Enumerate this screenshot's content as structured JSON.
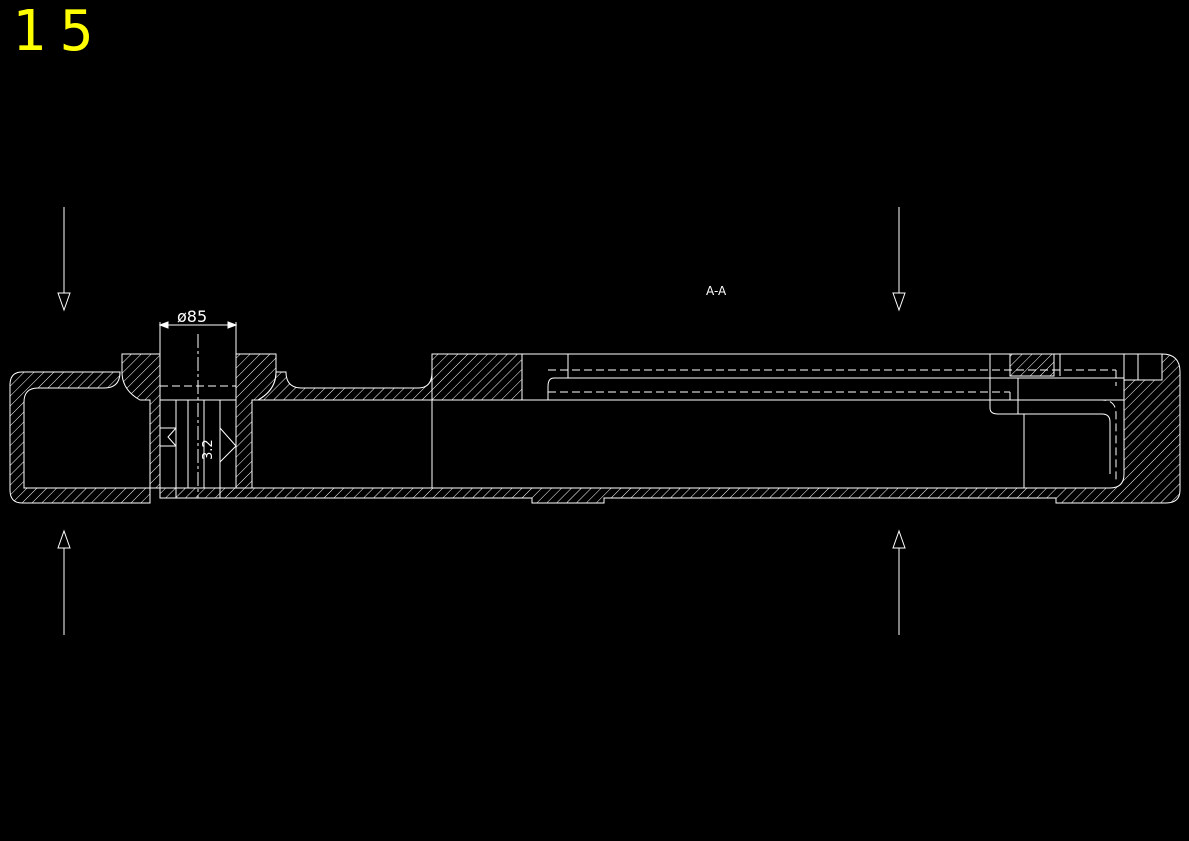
{
  "sheet": {
    "number": "15"
  },
  "section": {
    "label": "A-A"
  },
  "dimensions": {
    "diameter": "ø85",
    "surface_roughness": "3.2"
  },
  "colors": {
    "background": "#000000",
    "linework": "#ffffff",
    "sheet_number": "#ffff00",
    "hatch": "#ffffff"
  },
  "icons": {
    "section_arrow": "section-arrow-icon",
    "roughness_symbol": "surface-roughness-icon"
  }
}
